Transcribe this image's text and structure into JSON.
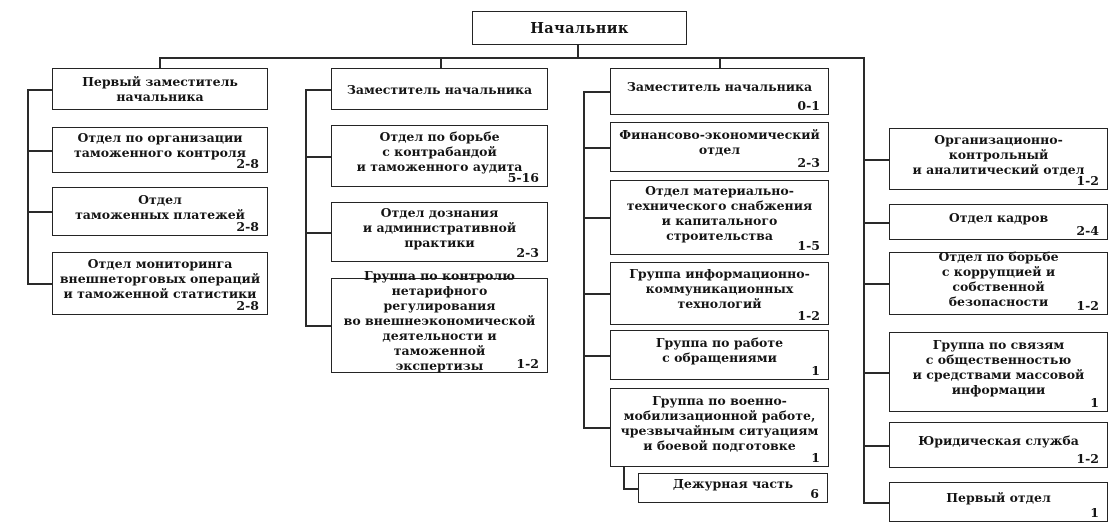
{
  "root": {
    "title": "Начальник"
  },
  "col1": [
    {
      "title": "Первый заместитель\nначальника",
      "count": ""
    },
    {
      "title": "Отдел по организации\nтаможенного контроля",
      "count": "2-8"
    },
    {
      "title": "Отдел\nтаможенных платежей",
      "count": "2-8"
    },
    {
      "title": "Отдел мониторинга\nвнешнеторговых операций\nи таможенной статистики",
      "count": "2-8"
    }
  ],
  "col2": [
    {
      "title": "Заместитель начальника",
      "count": ""
    },
    {
      "title": "Отдел по борьбе\nс контрабандой\nи таможенного аудита",
      "count": "5-16"
    },
    {
      "title": "Отдел дознания\nи административной\nпрактики",
      "count": "2-3"
    },
    {
      "title": "Группа по контролю\nнетарифного регулирования\nво внешнеэкономической\nдеятельности и таможенной\nэкспертизы",
      "count": "1-2"
    }
  ],
  "col3": [
    {
      "title": "Заместитель начальника",
      "count": "0-1"
    },
    {
      "title": "Финансово-экономический\nотдел",
      "count": "2-3"
    },
    {
      "title": "Отдел материально-\nтехнического снабжения\nи капитального\nстроительства",
      "count": "1-5"
    },
    {
      "title": "Группа информационно-\nкоммуникационных\nтехнологий",
      "count": "1-2"
    },
    {
      "title": "Группа по работе\nс обращениями",
      "count": "1"
    },
    {
      "title": "Группа по военно-\nмобилизационной работе,\nчрезвычайным ситуациям\nи боевой подготовке",
      "count": "1"
    },
    {
      "title": "Дежурная часть",
      "count": "6"
    }
  ],
  "col4": [
    {
      "title": "Организационно-\nконтрольный\nи аналитический отдел",
      "count": "1-2"
    },
    {
      "title": "Отдел кадров",
      "count": "2-4"
    },
    {
      "title": "Отдел по борьбе\nс коррупцией и собственной\nбезопасности",
      "count": "1-2"
    },
    {
      "title": "Группа по связям\nс общественностью\nи средствами массовой\nинформации",
      "count": "1"
    },
    {
      "title": "Юридическая служба",
      "count": "1-2"
    },
    {
      "title": "Первый отдел",
      "count": "1"
    }
  ],
  "colors": {
    "line": "#2a2a2a",
    "border": "#242424",
    "background": "#ffffff"
  }
}
